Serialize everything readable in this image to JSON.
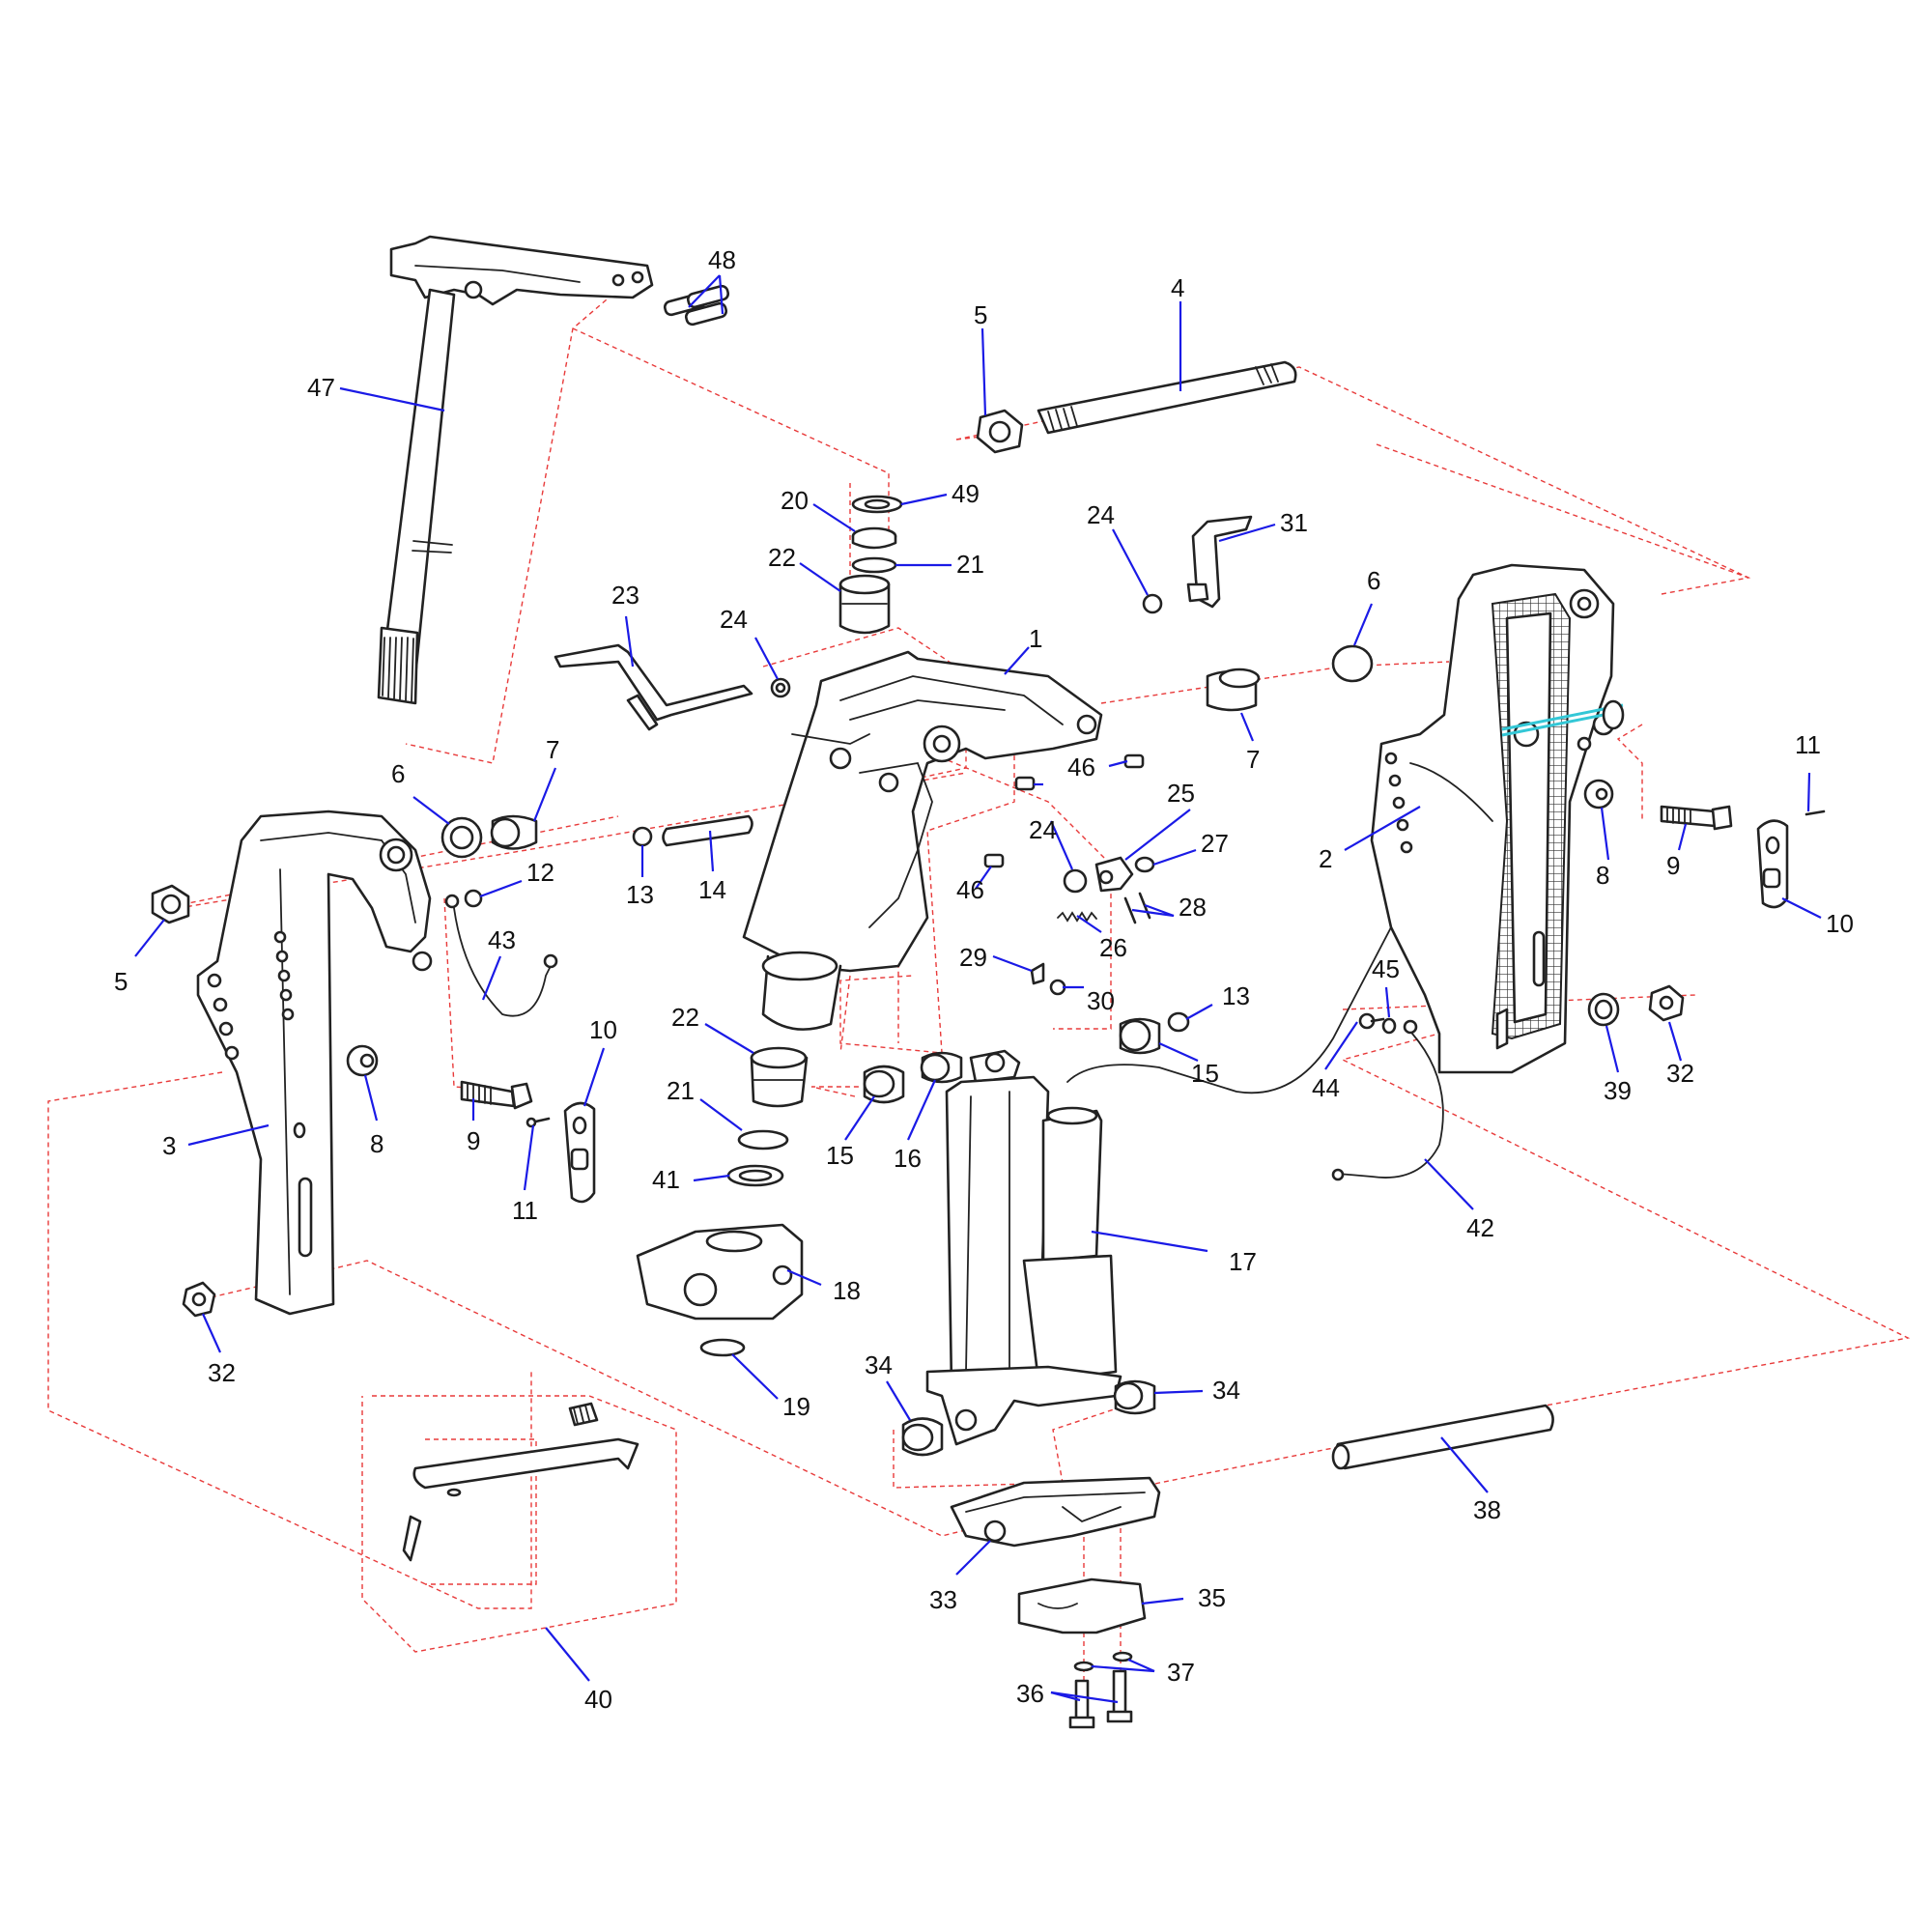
{
  "colors": {
    "leader_line": "#1a1ae6",
    "dashed_line": "#e83a3a",
    "part_outline": "#222222",
    "highlight": "#33c7d6"
  },
  "callouts": [
    {
      "id": "1",
      "label": "1"
    },
    {
      "id": "2",
      "label": "2"
    },
    {
      "id": "3",
      "label": "3"
    },
    {
      "id": "4",
      "label": "4"
    },
    {
      "id": "5a",
      "label": "5"
    },
    {
      "id": "5b",
      "label": "5"
    },
    {
      "id": "6a",
      "label": "6"
    },
    {
      "id": "6b",
      "label": "6"
    },
    {
      "id": "7a",
      "label": "7"
    },
    {
      "id": "7b",
      "label": "7"
    },
    {
      "id": "8a",
      "label": "8"
    },
    {
      "id": "8b",
      "label": "8"
    },
    {
      "id": "9a",
      "label": "9"
    },
    {
      "id": "9b",
      "label": "9"
    },
    {
      "id": "10a",
      "label": "10"
    },
    {
      "id": "10b",
      "label": "10"
    },
    {
      "id": "11a",
      "label": "11"
    },
    {
      "id": "11b",
      "label": "11"
    },
    {
      "id": "12",
      "label": "12"
    },
    {
      "id": "13a",
      "label": "13"
    },
    {
      "id": "13b",
      "label": "13"
    },
    {
      "id": "14",
      "label": "14"
    },
    {
      "id": "15a",
      "label": "15"
    },
    {
      "id": "15b",
      "label": "15"
    },
    {
      "id": "16",
      "label": "16"
    },
    {
      "id": "17",
      "label": "17"
    },
    {
      "id": "18",
      "label": "18"
    },
    {
      "id": "19",
      "label": "19"
    },
    {
      "id": "20",
      "label": "20"
    },
    {
      "id": "21a",
      "label": "21"
    },
    {
      "id": "21b",
      "label": "21"
    },
    {
      "id": "22a",
      "label": "22"
    },
    {
      "id": "22b",
      "label": "22"
    },
    {
      "id": "23",
      "label": "23"
    },
    {
      "id": "24a",
      "label": "24"
    },
    {
      "id": "24b",
      "label": "24"
    },
    {
      "id": "24c",
      "label": "24"
    },
    {
      "id": "25",
      "label": "25"
    },
    {
      "id": "26",
      "label": "26"
    },
    {
      "id": "27",
      "label": "27"
    },
    {
      "id": "28",
      "label": "28"
    },
    {
      "id": "29",
      "label": "29"
    },
    {
      "id": "30",
      "label": "30"
    },
    {
      "id": "31",
      "label": "31"
    },
    {
      "id": "32a",
      "label": "32"
    },
    {
      "id": "32b",
      "label": "32"
    },
    {
      "id": "33",
      "label": "33"
    },
    {
      "id": "34a",
      "label": "34"
    },
    {
      "id": "34b",
      "label": "34"
    },
    {
      "id": "35",
      "label": "35"
    },
    {
      "id": "36",
      "label": "36"
    },
    {
      "id": "37",
      "label": "37"
    },
    {
      "id": "38",
      "label": "38"
    },
    {
      "id": "39",
      "label": "39"
    },
    {
      "id": "40",
      "label": "40"
    },
    {
      "id": "41",
      "label": "41"
    },
    {
      "id": "42",
      "label": "42"
    },
    {
      "id": "43",
      "label": "43"
    },
    {
      "id": "44",
      "label": "44"
    },
    {
      "id": "45",
      "label": "45"
    },
    {
      "id": "46a",
      "label": "46"
    },
    {
      "id": "46b",
      "label": "46"
    },
    {
      "id": "47",
      "label": "47"
    },
    {
      "id": "48",
      "label": "48"
    },
    {
      "id": "49",
      "label": "49"
    }
  ]
}
